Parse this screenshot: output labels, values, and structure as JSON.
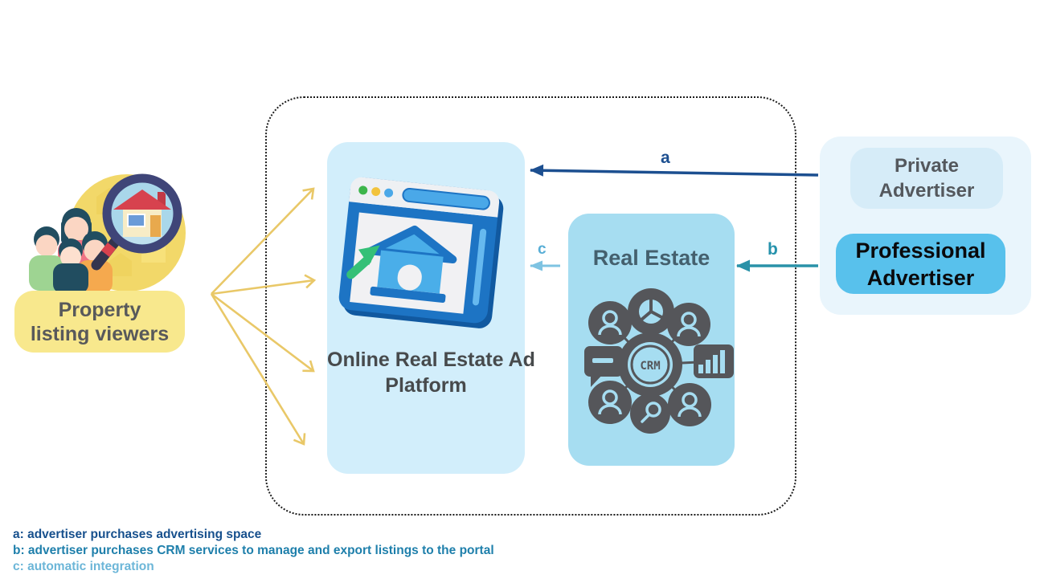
{
  "viewers": {
    "badge_line1": "Property",
    "badge_line2": "listing viewers"
  },
  "platform": {
    "label_line1": "Online Real Estate Ad",
    "label_line2": "Platform"
  },
  "crm_provider": {
    "title": "Real Estate",
    "crm_label": "CRM"
  },
  "advertisers": {
    "private_line1": "Private",
    "private_line2": "Advertiser",
    "professional_line1": "Professional",
    "professional_line2": "Advertiser"
  },
  "arrows": {
    "a": {
      "label": "a",
      "color": "#1c4f90"
    },
    "b": {
      "label": "b",
      "color": "#2a92a8"
    },
    "c": {
      "label": "c",
      "color": "#7ec3e2"
    },
    "fan_color": "#e9c868"
  },
  "legend": {
    "items": [
      {
        "id": "a",
        "text": "a: advertiser purchases advertising space",
        "color": "#17508d"
      },
      {
        "id": "b",
        "text": "b: advertiser purchases CRM services to manage and export listings to the portal",
        "color": "#1e7fab"
      },
      {
        "id": "c",
        "text": "c: automatic integration",
        "color": "#6cb6d8"
      }
    ]
  },
  "colors": {
    "platform_box": "#d2eefb",
    "realestate_box": "#a6ddf1",
    "advertiser_outer_box": "#e9f5fc",
    "private_box": "#d6ecf8",
    "professional_box": "#58c1ec",
    "viewers_badge": "#f8e88d",
    "crm_icon_dark": "#55565a",
    "boundary_dots": "#1c1c1c"
  }
}
